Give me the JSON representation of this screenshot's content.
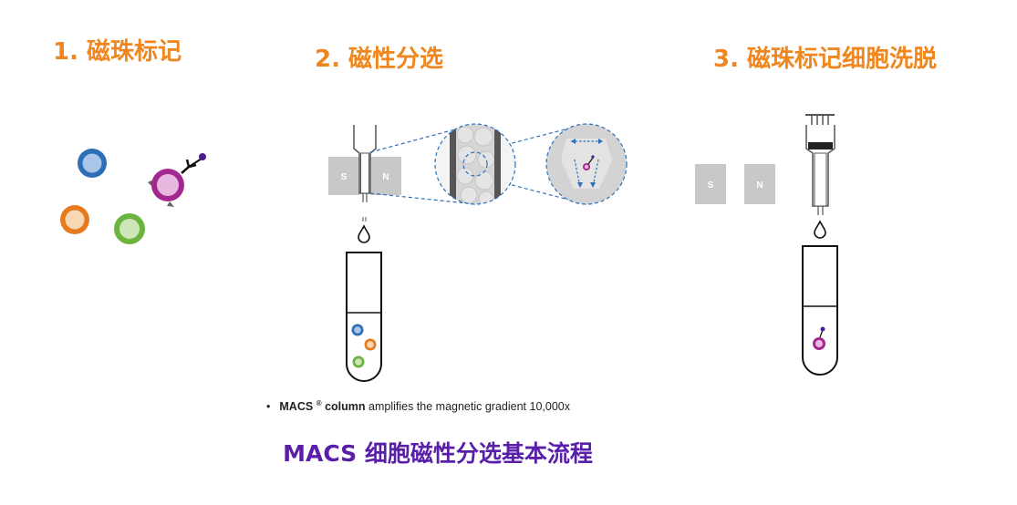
{
  "steps": [
    {
      "label": "1. 磁珠标记"
    },
    {
      "label": "2. 磁性分选"
    },
    {
      "label": "3. 磁珠标记细胞洗脱"
    }
  ],
  "magnet": {
    "south": "S",
    "north": "N"
  },
  "note": {
    "bullet": "•",
    "brand": "MACS",
    "registered": "®",
    "column": "column",
    "text": "amplifies the magnetic gradient 10,000x"
  },
  "title": "MACS 细胞磁性分选基本流程",
  "colors": {
    "step_title": "#f0861e",
    "main_title": "#5a1fa8",
    "cell_blue": "#2d6fb7",
    "cell_orange": "#e87a1e",
    "cell_green": "#6db33f",
    "cell_purple": "#a3288f",
    "magnet": "#c8c8c8",
    "dash": "#2d6fb7"
  },
  "icons": [
    "blue-cell-icon",
    "orange-cell-icon",
    "green-cell-icon",
    "labeled-cell-icon",
    "antibody-bead-icon",
    "magnet-icon",
    "column-icon",
    "droplet-icon",
    "test-tube-icon",
    "plunger-icon"
  ]
}
